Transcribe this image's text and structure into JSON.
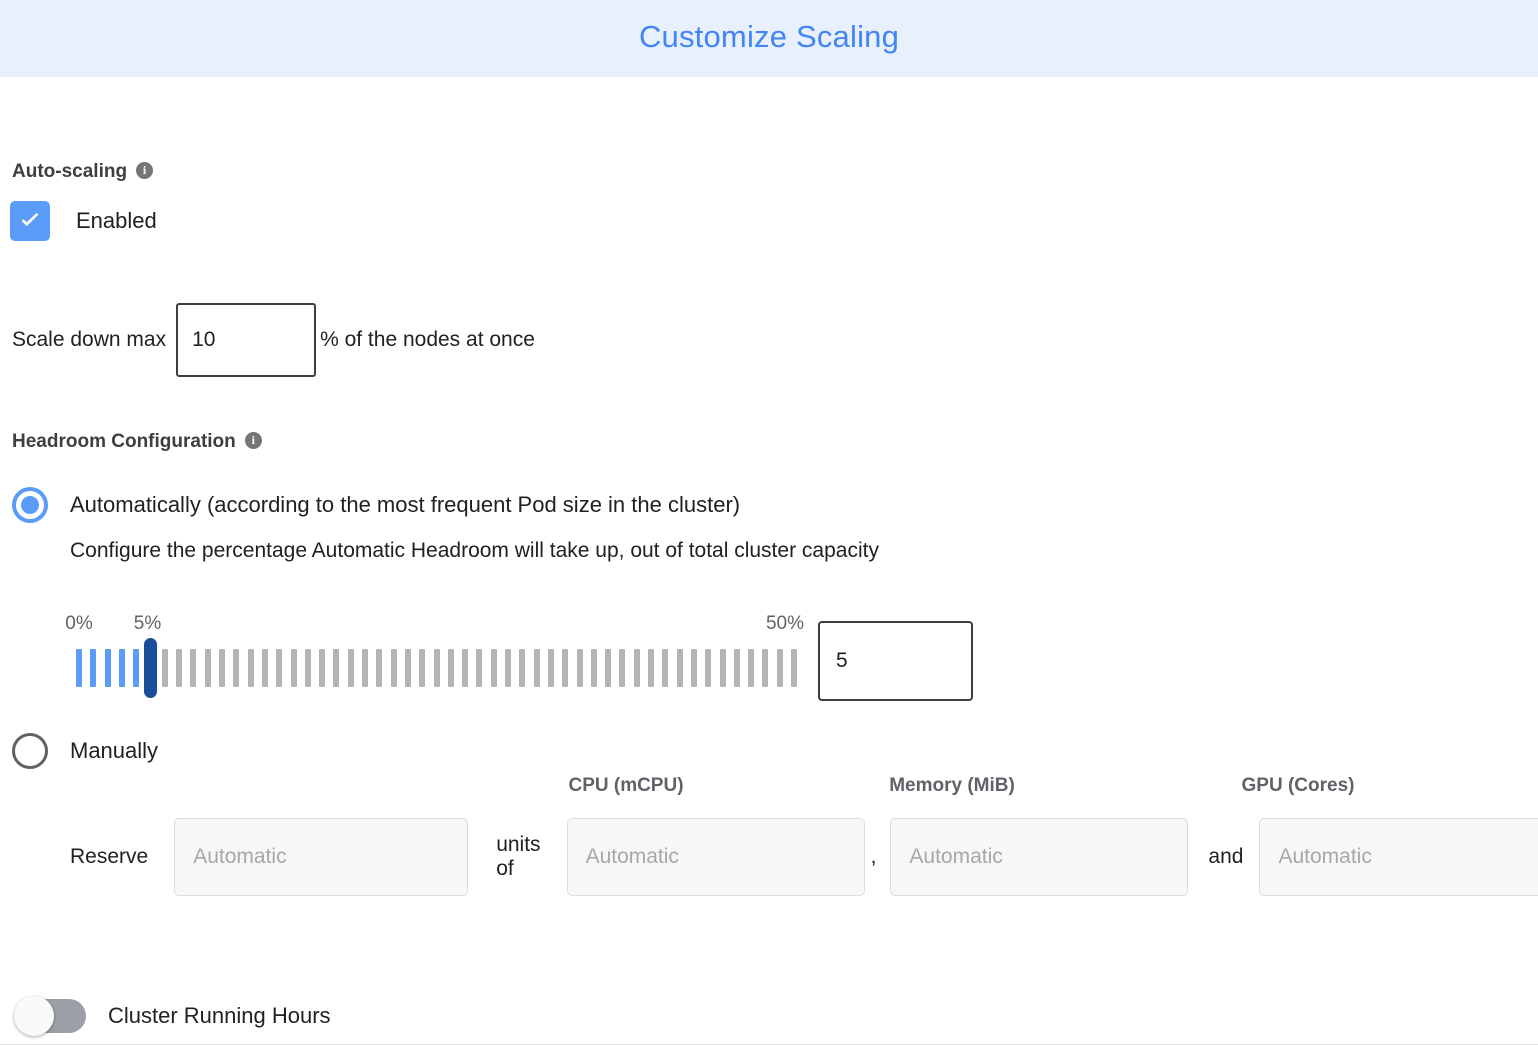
{
  "header": {
    "title": "Customize Scaling",
    "bg_color": "#e9f0fd",
    "title_color": "#4285f4"
  },
  "auto_scaling": {
    "section_label": "Auto-scaling",
    "info_icon": "info-icon",
    "info_glyph": "i",
    "enabled_label": "Enabled",
    "enabled_checked": true,
    "checkbox_color": "#5a9cf8"
  },
  "scale_down": {
    "prefix_label": "Scale down max",
    "value": "10",
    "suffix_label": "% of the nodes at once"
  },
  "headroom": {
    "section_label": "Headroom Configuration",
    "info_glyph": "i",
    "option_auto_label": "Automatically (according to the most frequent Pod size in the cluster)",
    "option_auto_selected": true,
    "auto_help_text": "Configure the percentage Automatic Headroom will take up, out of total cluster capacity",
    "option_manual_label": "Manually",
    "option_manual_selected": false
  },
  "slider": {
    "min_label": "0%",
    "current_label": "5%",
    "max_label": "50%",
    "min": 0,
    "max": 50,
    "value": 5,
    "tick_count": 51,
    "filled_color": "#5a9cf8",
    "empty_color": "#b5b5b5",
    "thumb_color": "#1a4f9c",
    "value_box": "5"
  },
  "manual_reserve": {
    "column_headers": [
      "CPU (mCPU)",
      "Memory (MiB)",
      "GPU (Cores)"
    ],
    "reserve_label": "Reserve",
    "units_of_label": "units of",
    "comma_label": ",",
    "and_label": "and",
    "fields": [
      {
        "name": "reserve-units",
        "value": "",
        "placeholder": "Automatic"
      },
      {
        "name": "cpu",
        "value": "",
        "placeholder": "Automatic"
      },
      {
        "name": "memory",
        "value": "",
        "placeholder": "Automatic"
      },
      {
        "name": "gpu",
        "value": "",
        "placeholder": "Automatic"
      }
    ]
  },
  "cluster_running_hours": {
    "label": "Cluster Running Hours",
    "enabled": false
  }
}
